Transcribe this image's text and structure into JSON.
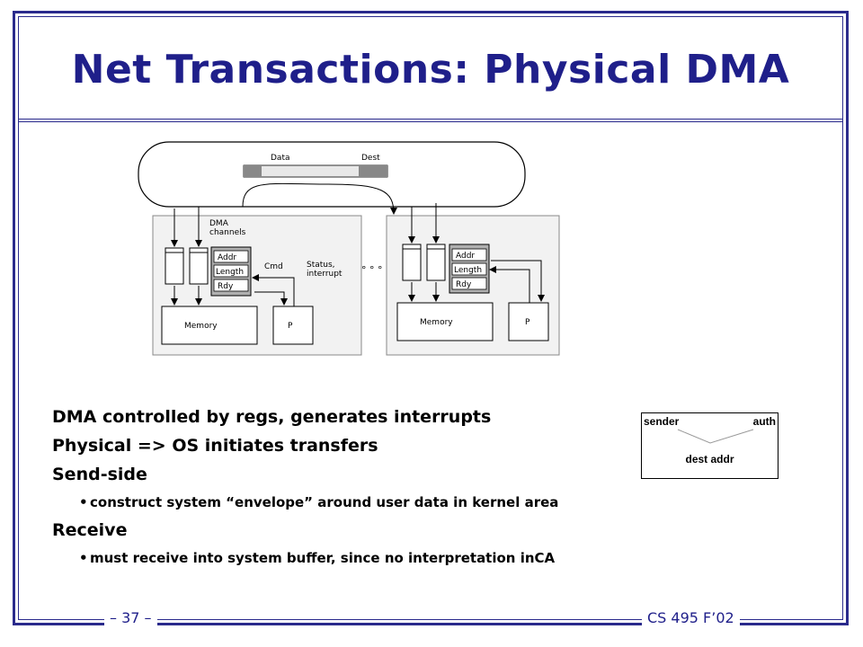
{
  "slide": {
    "title": "Net Transactions: Physical DMA",
    "page_number": "– 37 –",
    "course": "CS 495 F’02"
  },
  "diagram": {
    "network_labels": {
      "data": "Data",
      "dest": "Dest"
    },
    "dma_label": "DMA\nchannels",
    "regs": [
      "Addr",
      "Length",
      "Rdy"
    ],
    "cmd": "Cmd",
    "status": "Status,\ninterrupt",
    "memory": "Memory",
    "processor": "P",
    "ellipsis": "° ° °"
  },
  "envelope": {
    "sender": "sender",
    "auth": "auth",
    "dest_addr": "dest addr"
  },
  "bullets": [
    {
      "level": 1,
      "text": "DMA controlled by regs, generates interrupts"
    },
    {
      "level": 1,
      "text": "Physical => OS initiates transfers"
    },
    {
      "level": 1,
      "text": "Send-side"
    },
    {
      "level": 2,
      "text": "construct system “envelope” around user data in kernel area"
    },
    {
      "level": 1,
      "text": "Receive"
    },
    {
      "level": 2,
      "text": "must receive into system buffer, since no interpretation inCA"
    }
  ],
  "colors": {
    "frame": "#2a2a8c",
    "title": "#1f1f8a",
    "node_bg": "#f2f2f2",
    "reg_fill": "#b0b0b0"
  }
}
